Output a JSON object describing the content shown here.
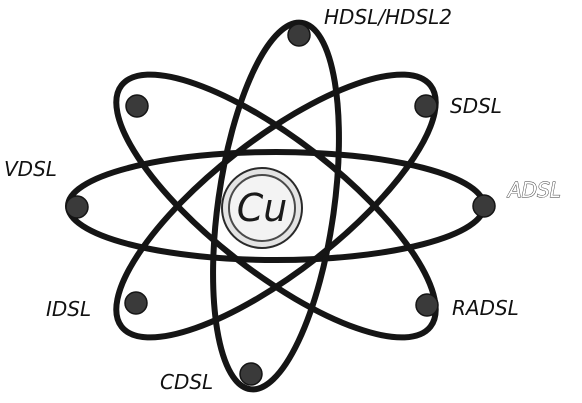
{
  "diagram": {
    "nucleus": {
      "label": "Cu"
    },
    "nodes": [
      {
        "id": "hdsl",
        "label": "HDSL/HDSL2"
      },
      {
        "id": "sdsl",
        "label": "SDSL"
      },
      {
        "id": "adsl",
        "label": "ADSL"
      },
      {
        "id": "radsl",
        "label": "RADSL"
      },
      {
        "id": "cdsl",
        "label": "CDSL"
      },
      {
        "id": "idsl",
        "label": "IDSL"
      },
      {
        "id": "vdsl",
        "label": "VDSL"
      }
    ]
  },
  "colors": {
    "orbit": "#151515",
    "electron": "#3a3a3a",
    "nucleus_fill": "#e4e4e4"
  }
}
